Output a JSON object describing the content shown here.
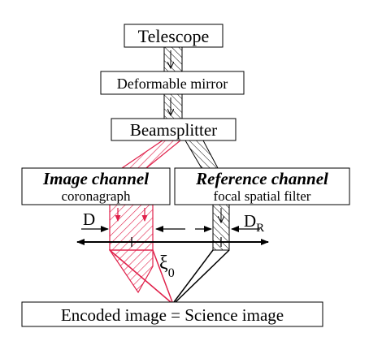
{
  "boxes": {
    "telescope": "Telescope",
    "deformable_mirror": "Deformable mirror",
    "beamsplitter": "Beamsplitter",
    "image_channel_title": "Image channel",
    "image_channel_sub": "coronagraph",
    "reference_channel_title": "Reference channel",
    "reference_channel_sub": "focal spatial filter",
    "output": "Encoded image = Science image"
  },
  "labels": {
    "d": "D",
    "d_r_main": "D",
    "d_r_sub": "R",
    "xi_main": "ξ",
    "xi_sub": "0"
  },
  "colors": {
    "image_beam": "#e0204a",
    "reference_beam": "#000000"
  }
}
